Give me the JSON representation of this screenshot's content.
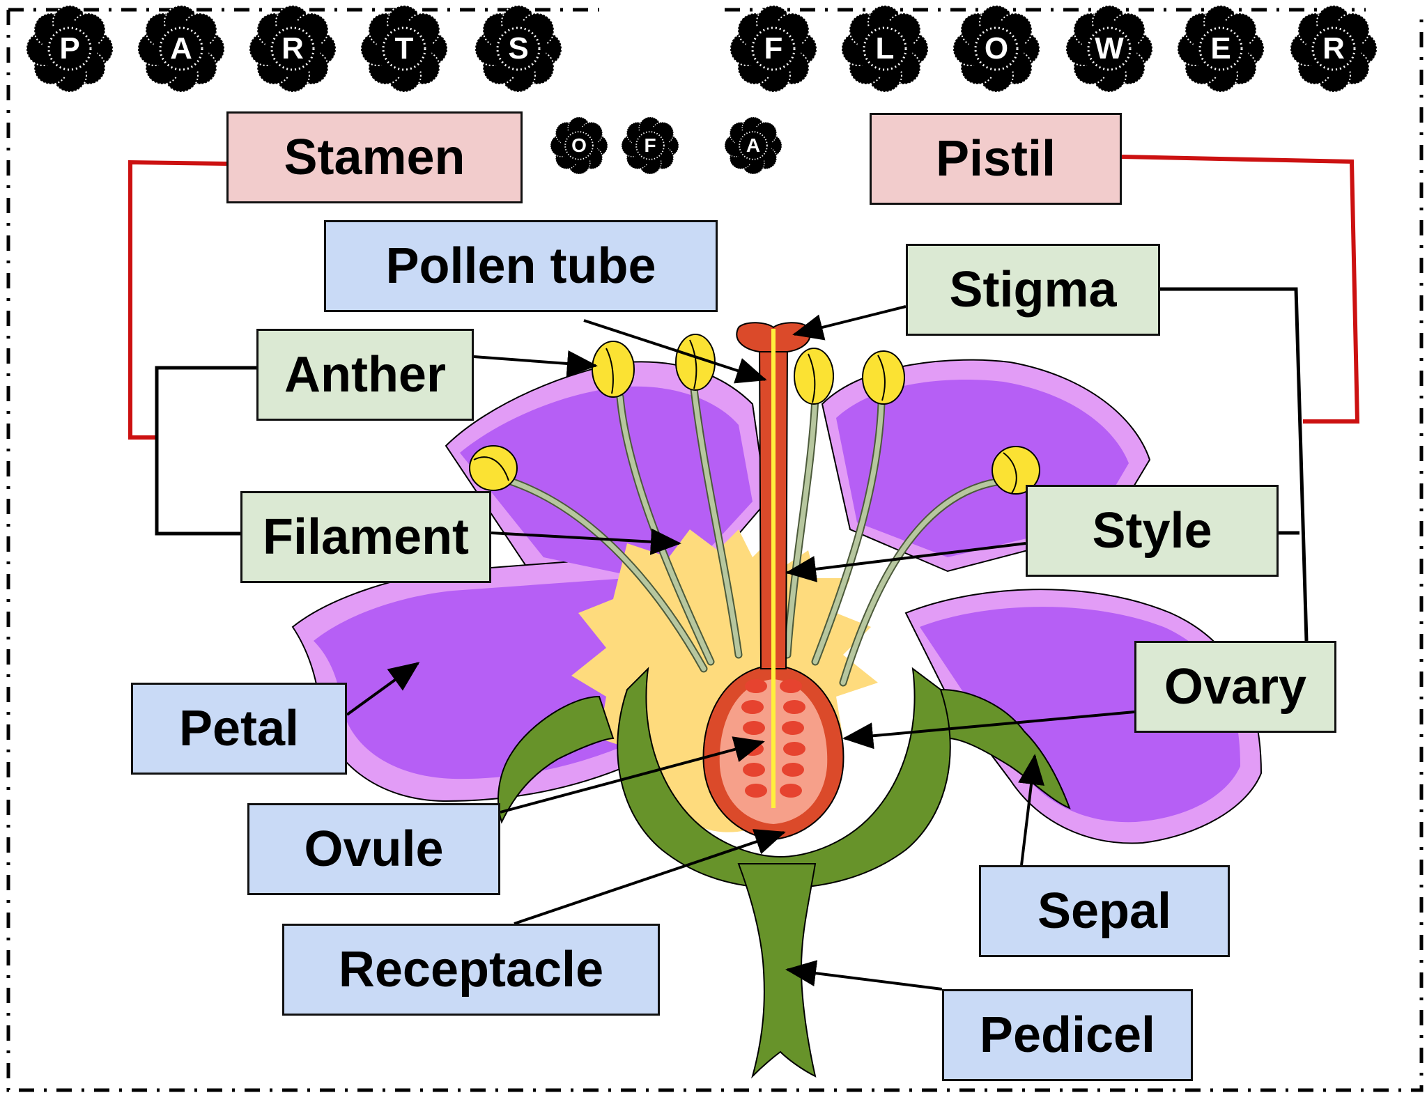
{
  "title": {
    "word1": [
      "P",
      "A",
      "R",
      "T",
      "S"
    ],
    "word2": [
      "O",
      "F"
    ],
    "word3": [
      "A"
    ],
    "word4": [
      "F",
      "L",
      "O",
      "W",
      "E",
      "R"
    ]
  },
  "labels": {
    "stamen": "Stamen",
    "pistil": "Pistil",
    "pollen_tube": "Pollen tube",
    "stigma": "Stigma",
    "anther": "Anther",
    "filament": "Filament",
    "style": "Style",
    "petal": "Petal",
    "ovary": "Ovary",
    "ovule": "Ovule",
    "sepal": "Sepal",
    "receptacle": "Receptacle",
    "pedicel": "Pedicel"
  },
  "colors": {
    "petal": "#b65ff5",
    "petal_edge": "#e29cf6",
    "center": "#fedb7d",
    "sepal": "#67932a",
    "pistil": "#db4a2a",
    "ovary_inner": "#f6a08a",
    "ovule": "#e6432f",
    "pollen_tube": "#ffef3d",
    "anther": "#fbe233",
    "filament": "#b7c79f",
    "group_bracket": "#cc1111",
    "label_pink": "#f2cccc",
    "label_green": "#dbe9d3",
    "label_blue": "#c9daf6"
  }
}
